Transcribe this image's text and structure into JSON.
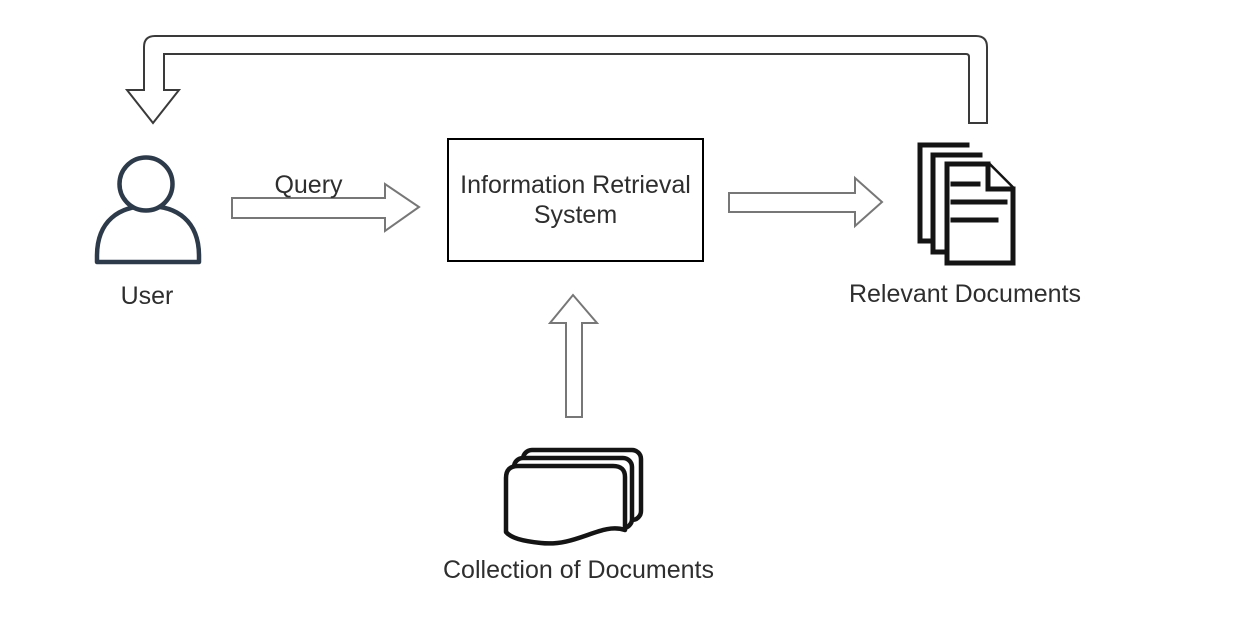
{
  "diagram": {
    "nodes": {
      "user": {
        "label": "User"
      },
      "system": {
        "label": "Information Retrieval System"
      },
      "relevant_documents": {
        "label": "Relevant Documents"
      },
      "collection": {
        "label": "Collection of Documents"
      }
    },
    "edges": {
      "query": {
        "label": "Query"
      }
    },
    "icons": {
      "user": "person-icon",
      "relevant_documents": "documents-stack-icon",
      "collection": "paper-stack-icon"
    },
    "colors": {
      "background": "#ffffff",
      "box_border": "#000000",
      "text": "#2e2e2e",
      "user_icon_stroke": "#2d3a4a",
      "document_icon_stroke": "#141414",
      "block_arrow_stroke": "#777777",
      "feedback_arrow_stroke": "#3a3a3a"
    }
  }
}
